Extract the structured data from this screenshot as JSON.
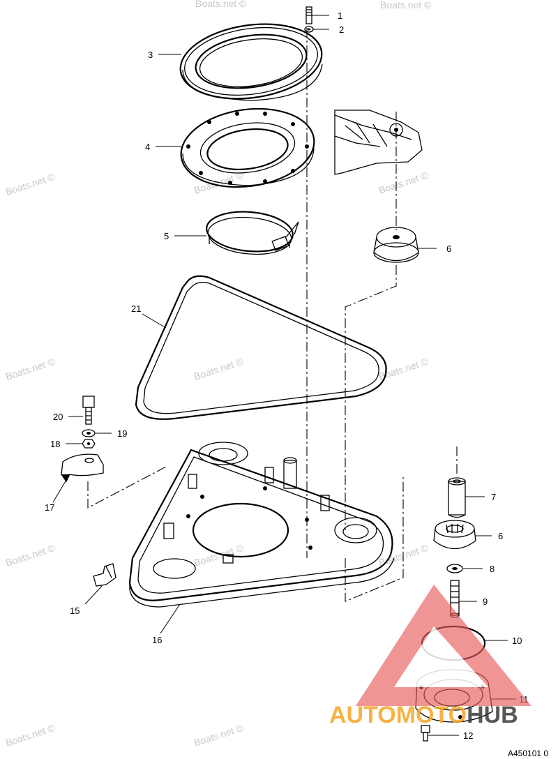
{
  "callouts": {
    "c1": "1",
    "c2": "2",
    "c3": "3",
    "c4": "4",
    "c5": "5",
    "c6a": "6",
    "c21": "21",
    "c20": "20",
    "c19": "19",
    "c18": "18",
    "c17": "17",
    "c7": "7",
    "c6b": "6",
    "c8": "8",
    "c9": "9",
    "c15": "15",
    "c16": "16",
    "c10": "10",
    "c11": "11",
    "c12": "12"
  },
  "watermark": {
    "text": "Boats.net ©",
    "color": "#c8c8c8"
  },
  "logo": {
    "word_part1": "AUTOMOTO",
    "word_part2": "HUB",
    "color_part1": "#f5a623",
    "color_part2": "#3a3a3a",
    "triangle_color": "#e85a5a"
  },
  "figure_code": "A450101 0"
}
